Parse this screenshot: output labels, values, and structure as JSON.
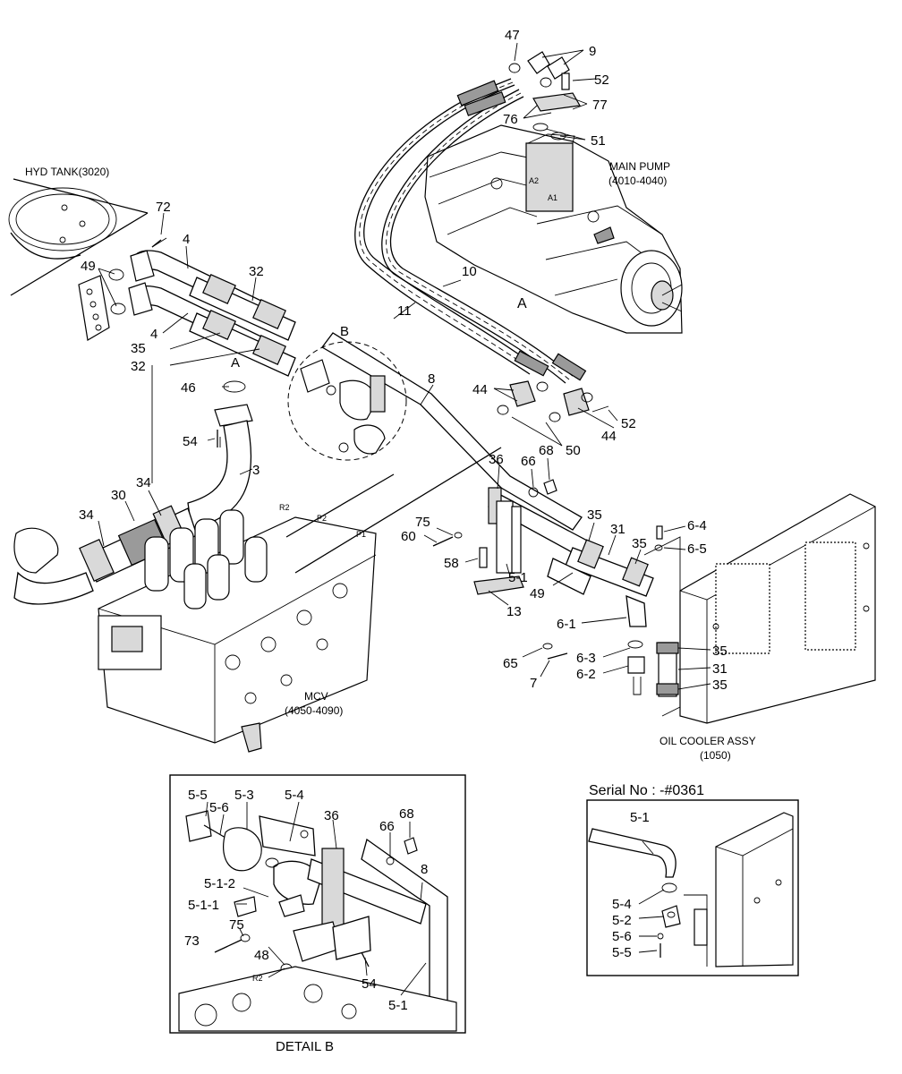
{
  "components": {
    "hyd_tank": "HYD TANK(3020)",
    "main_pump": [
      "MAIN PUMP",
      "(4010-4040)"
    ],
    "mcv": [
      "MCV",
      "(4050-4090)"
    ],
    "oil_cooler": [
      "OIL COOLER ASSY",
      "(1050)"
    ]
  },
  "detail_b": {
    "title": "DETAIL B"
  },
  "serial_inset": {
    "title": "Serial No : -#0361"
  },
  "section_markers": {
    "a_pump": "A",
    "a_suction": "A",
    "b_detail": "B"
  },
  "port_marks": {
    "r2": "R2",
    "p1": "P1",
    "p2": "P2",
    "a1": "A1",
    "a2": "A2"
  },
  "main_callouts": {
    "c47": "47",
    "c9": "9",
    "c52a": "52",
    "c77": "77",
    "c76": "76",
    "c51": "51",
    "c72": "72",
    "c4a": "4",
    "c4b": "4",
    "c49a": "49",
    "c32a": "32",
    "c35a": "35",
    "c32b": "32",
    "c10": "10",
    "c11": "11",
    "c8": "8",
    "c44a": "44",
    "c44b": "44",
    "c52b": "52",
    "c50": "50",
    "c46": "46",
    "c54": "54",
    "c3": "3",
    "c36": "36",
    "c66": "66",
    "c68": "68",
    "c34a": "34",
    "c30": "30",
    "c34b": "34",
    "c75": "75",
    "c60": "60",
    "c58": "58",
    "c5_1": "5-1",
    "c13": "13",
    "c49b": "49",
    "c35b": "35",
    "c31a": "31",
    "c35c": "35",
    "c6_4": "6-4",
    "c6_5": "6-5",
    "c6_1": "6-1",
    "c65": "65",
    "c6_3": "6-3",
    "c6_2": "6-2",
    "c7": "7",
    "c35d": "35",
    "c31b": "31",
    "c35e": "35"
  },
  "detail_callouts": {
    "d5_5": "5-5",
    "d5_6": "5-6",
    "d5_3": "5-3",
    "d5_4": "5-4",
    "d36": "36",
    "d66": "66",
    "d68": "68",
    "d5_1_2": "5-1-2",
    "d5_1_1": "5-1-1",
    "d8": "8",
    "d75": "75",
    "d73": "73",
    "d48": "48",
    "d54": "54",
    "d5_1": "5-1"
  },
  "serial_callouts": {
    "s5_1": "5-1",
    "s5_4": "5-4",
    "s5_2": "5-2",
    "s5_6": "5-6",
    "s5_5": "5-5"
  }
}
